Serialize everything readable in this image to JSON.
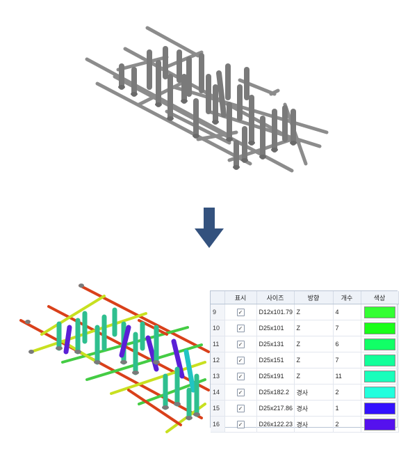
{
  "table": {
    "headers": {
      "display": "표시",
      "size": "사이즈",
      "direction": "방향",
      "count": "개수",
      "color": "색상"
    },
    "rows": [
      {
        "no": "9",
        "checked": true,
        "size": "D12x101.79",
        "direction": "Z",
        "count": "4",
        "color": "#33ff33"
      },
      {
        "no": "10",
        "checked": true,
        "size": "D25x101",
        "direction": "Z",
        "count": "7",
        "color": "#19ff19"
      },
      {
        "no": "11",
        "checked": true,
        "size": "D25x131",
        "direction": "Z",
        "count": "6",
        "color": "#11ff66"
      },
      {
        "no": "12",
        "checked": true,
        "size": "D25x151",
        "direction": "Z",
        "count": "7",
        "color": "#11ff99"
      },
      {
        "no": "13",
        "checked": true,
        "size": "D25x191",
        "direction": "Z",
        "count": "11",
        "color": "#19ffbb"
      },
      {
        "no": "14",
        "checked": true,
        "size": "D25x182.2",
        "direction": "경사",
        "count": "2",
        "color": "#22ffdd"
      },
      {
        "no": "15",
        "checked": true,
        "size": "D25x217.86",
        "direction": "경사",
        "count": "1",
        "color": "#3311ff"
      },
      {
        "no": "16",
        "checked": true,
        "size": "D26x122.23",
        "direction": "경사",
        "count": "2",
        "color": "#5511ee"
      }
    ]
  },
  "colors": {
    "gray_model": "#8c8c8c",
    "arrow": "#34527e",
    "rebar_red": "#d9401a",
    "rebar_yellow": "#c8e020",
    "rebar_green": "#44cc44",
    "column_teal": "#2ebf8f",
    "column_purple": "#5a1fd6"
  }
}
